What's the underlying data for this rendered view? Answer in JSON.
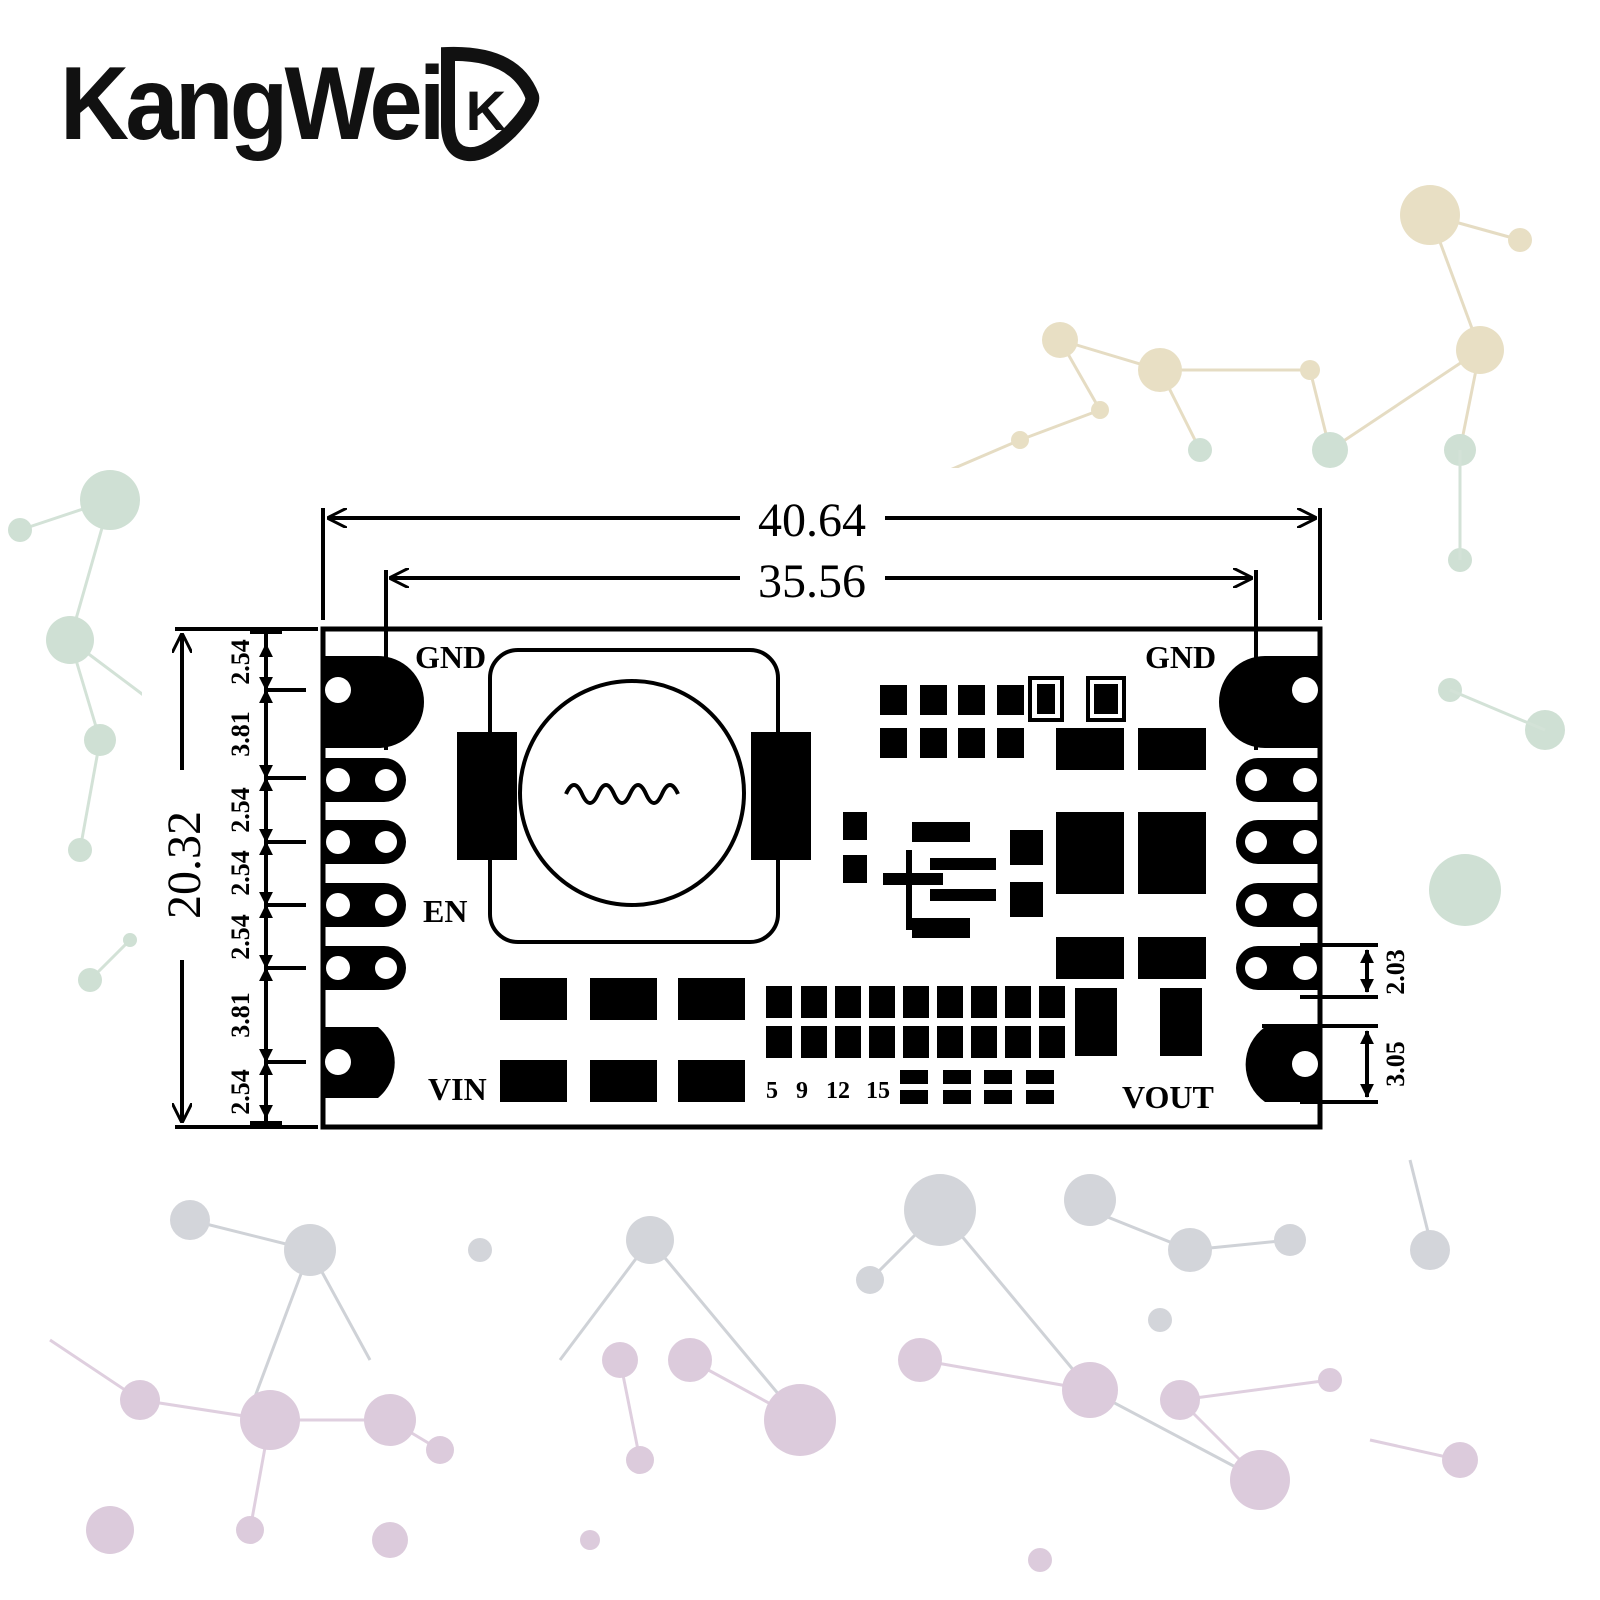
{
  "brand": {
    "name": "KangWei",
    "mark_letter": "K",
    "mark_icon": "brand-badge-icon"
  },
  "background": {
    "pattern": "molecule-network",
    "colors": [
      "#e6d8b8",
      "#c9ddd0",
      "#c8cbd0",
      "#d9c6d8"
    ]
  },
  "diagram": {
    "width_overall": "40.64",
    "width_pins": "35.56",
    "height_overall": "20.32",
    "left_pitches": [
      "2.54",
      "3.81",
      "2.54",
      "2.54",
      "2.54",
      "3.81",
      "2.54"
    ],
    "right_pitches": [
      "2.03",
      "3.05"
    ],
    "pin_labels": {
      "gnd_left": "GND",
      "gnd_right": "GND",
      "en": "EN",
      "vin": "VIN",
      "vout": "VOUT"
    },
    "voltage_options": [
      "5",
      "9",
      "12",
      "15"
    ]
  }
}
